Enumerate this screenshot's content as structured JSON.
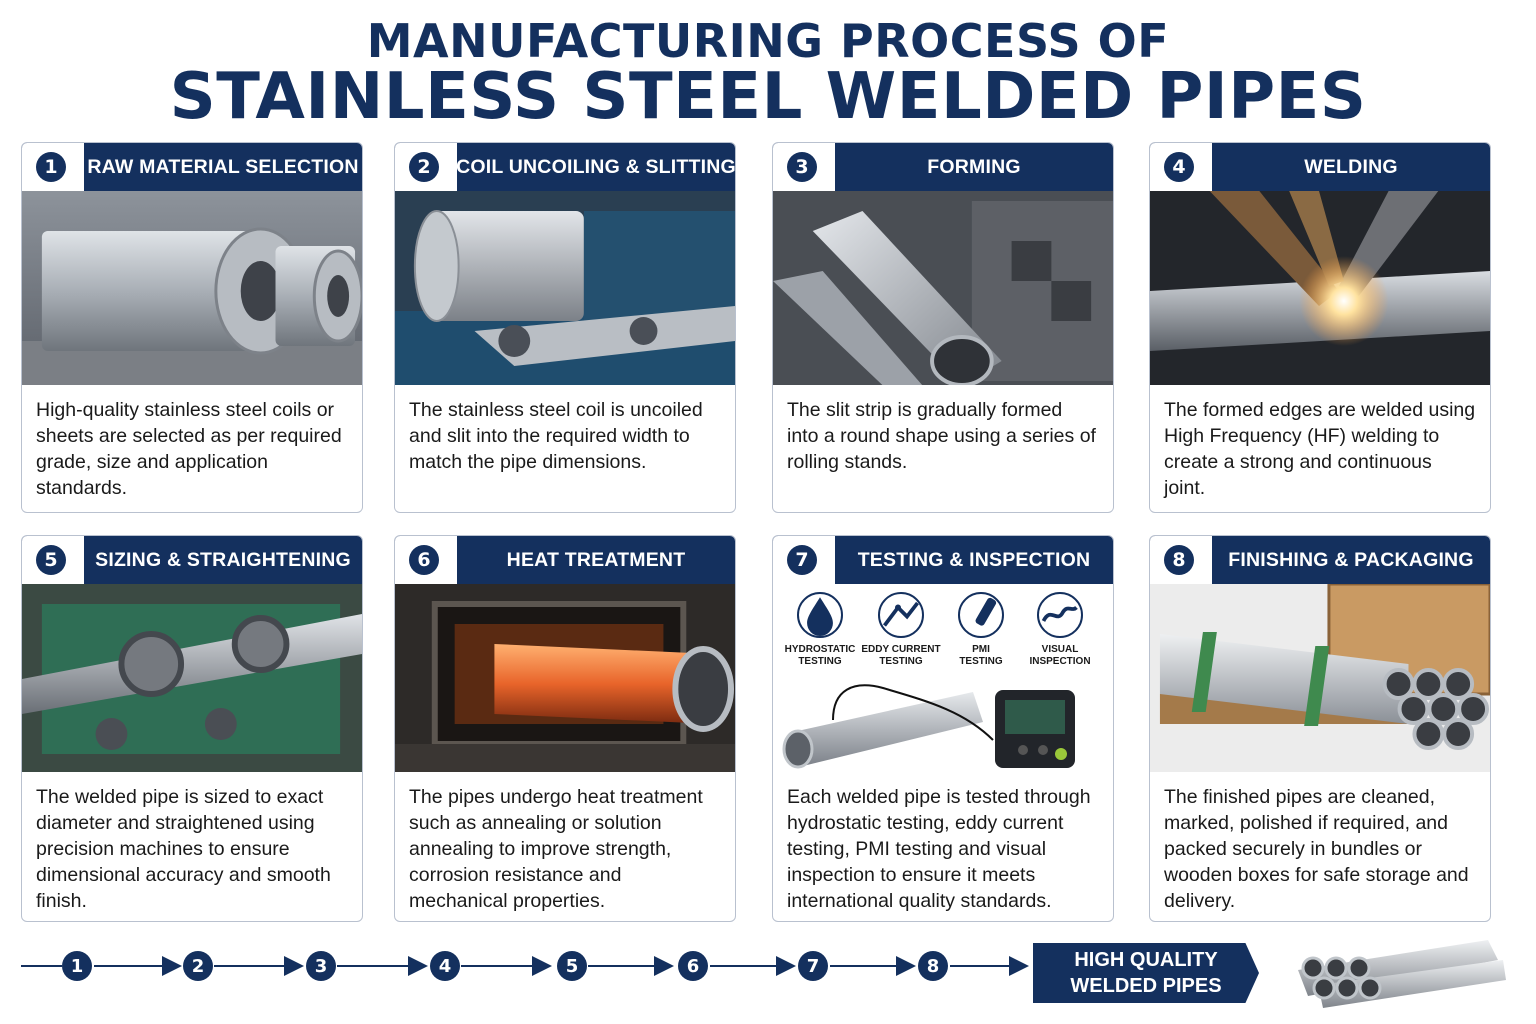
{
  "header": {
    "line1": "MANUFACTURING PROCESS OF",
    "line2": "STAINLESS STEEL WELDED PIPES"
  },
  "steps": [
    {
      "num": "1",
      "title": "RAW MATERIAL SELECTION",
      "image": "steel-coils-image",
      "desc": "High-quality stainless steel coils or sheets are selected as per required grade, size and application standards."
    },
    {
      "num": "2",
      "title": "COIL UNCOILING & SLITTING",
      "image": "uncoiling-machine-image",
      "desc": "The stainless steel coil is uncoiled and slit into the required width to match the pipe dimensions."
    },
    {
      "num": "3",
      "title": "FORMING",
      "image": "rolling-stands-image",
      "desc": "The slit strip is gradually formed into a round shape using a series of rolling stands."
    },
    {
      "num": "4",
      "title": "WELDING",
      "image": "hf-welding-image",
      "desc": "The formed edges are welded using High Frequency (HF) welding to create a strong and continuous joint."
    },
    {
      "num": "5",
      "title": "SIZING & STRAIGHTENING",
      "image": "sizing-machine-image",
      "desc": "The welded pipe is sized to exact diameter and straightened using precision machines to ensure dimensional accuracy and smooth finish."
    },
    {
      "num": "6",
      "title": "HEAT TREATMENT",
      "image": "furnace-image",
      "desc": "The pipes undergo heat treatment such as annealing or solution annealing to improve strength, corrosion resistance and mechanical properties."
    },
    {
      "num": "7",
      "title": "TESTING & INSPECTION",
      "image": "testing-image",
      "desc": "Each welded pipe is tested through hydrostatic testing, eddy current testing, PMI testing and visual inspection to ensure it meets international quality standards."
    },
    {
      "num": "8",
      "title": "FINISHING & PACKAGING",
      "image": "bundled-pipes-image",
      "desc": "The finished pipes are cleaned, marked, polished if required, and packed securely in bundles or wooden boxes for safe storage and delivery."
    }
  ],
  "tests": [
    {
      "icon": "water-drop-icon",
      "line1": "HYDROSTATIC",
      "line2": "TESTING"
    },
    {
      "icon": "eddy-current-icon",
      "line1": "EDDY CURRENT",
      "line2": "TESTING"
    },
    {
      "icon": "pmi-gun-icon",
      "line1": "PMI",
      "line2": "TESTING"
    },
    {
      "icon": "visual-check-icon",
      "line1": "VISUAL",
      "line2": "INSPECTION"
    }
  ],
  "flow": {
    "numbers": [
      "1",
      "2",
      "3",
      "4",
      "5",
      "6",
      "7",
      "8"
    ],
    "final_line1": "HIGH QUALITY",
    "final_line2": "WELDED PIPES"
  },
  "colors": {
    "navy": "#14305e",
    "accent_orange": "#e8642a"
  }
}
